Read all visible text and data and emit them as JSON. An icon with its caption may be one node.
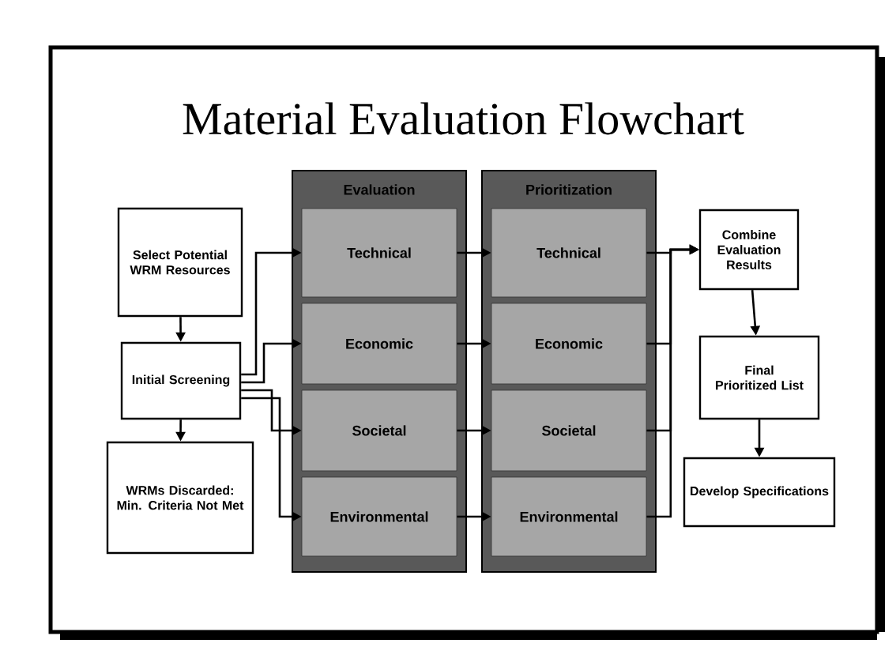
{
  "diagram": {
    "title": "Material Evaluation Flowchart",
    "nodes": [
      {
        "text": [
          "Select Potential WRM Resources"
        ]
      },
      {
        "text": [
          "Initial Screening"
        ]
      },
      {
        "text": [
          "WRMs Discarded: Min. Criteria Not Met"
        ]
      },
      {
        "text": [
          "Evaluation"
        ]
      },
      {
        "text": [
          "Technical"
        ],
        "in": 3
      },
      {
        "text": [
          "Economic"
        ],
        "in": 3
      },
      {
        "text": [
          "Societal"
        ],
        "in": 3
      },
      {
        "text": [
          "Environmental"
        ],
        "in": 3
      },
      {
        "text": [
          "Prioritization"
        ]
      },
      {
        "text": [
          "Technical"
        ],
        "in": 8
      },
      {
        "text": [
          "Economic"
        ],
        "in": 8
      },
      {
        "text": [
          "Societal"
        ],
        "in": 8
      },
      {
        "text": [
          "Environmental"
        ],
        "in": 8
      },
      {
        "text": [
          "Combine Evaluation Results"
        ]
      },
      {
        "text": [
          "Final Prioritized List"
        ]
      },
      {
        "text": [
          "Develop Specifications"
        ]
      }
    ],
    "edges": [
      {
        "from": 0,
        "to": 1,
        "arrow": "to"
      },
      {
        "from": 1,
        "to": 2,
        "arrow": "to"
      },
      {
        "from": 1,
        "to": 4,
        "arrow": "to"
      },
      {
        "from": 1,
        "to": 5,
        "arrow": "to"
      },
      {
        "from": 1,
        "to": 6,
        "arrow": "to"
      },
      {
        "from": 1,
        "to": 7,
        "arrow": "to"
      },
      {
        "from": 4,
        "to": 9,
        "arrow": "to"
      },
      {
        "from": 5,
        "to": 10,
        "arrow": "to"
      },
      {
        "from": 6,
        "to": 11,
        "arrow": "to"
      },
      {
        "from": 7,
        "to": 12,
        "arrow": "to"
      },
      {
        "from": 9,
        "to": 13,
        "arrow": "to"
      },
      {
        "from": 10,
        "to": 13,
        "arrow": "to"
      },
      {
        "from": 11,
        "to": 13,
        "arrow": "to"
      },
      {
        "from": 12,
        "to": 13,
        "arrow": "to"
      },
      {
        "from": 13,
        "to": 14,
        "arrow": "to"
      },
      {
        "from": 14,
        "to": 15,
        "arrow": "to"
      }
    ]
  }
}
